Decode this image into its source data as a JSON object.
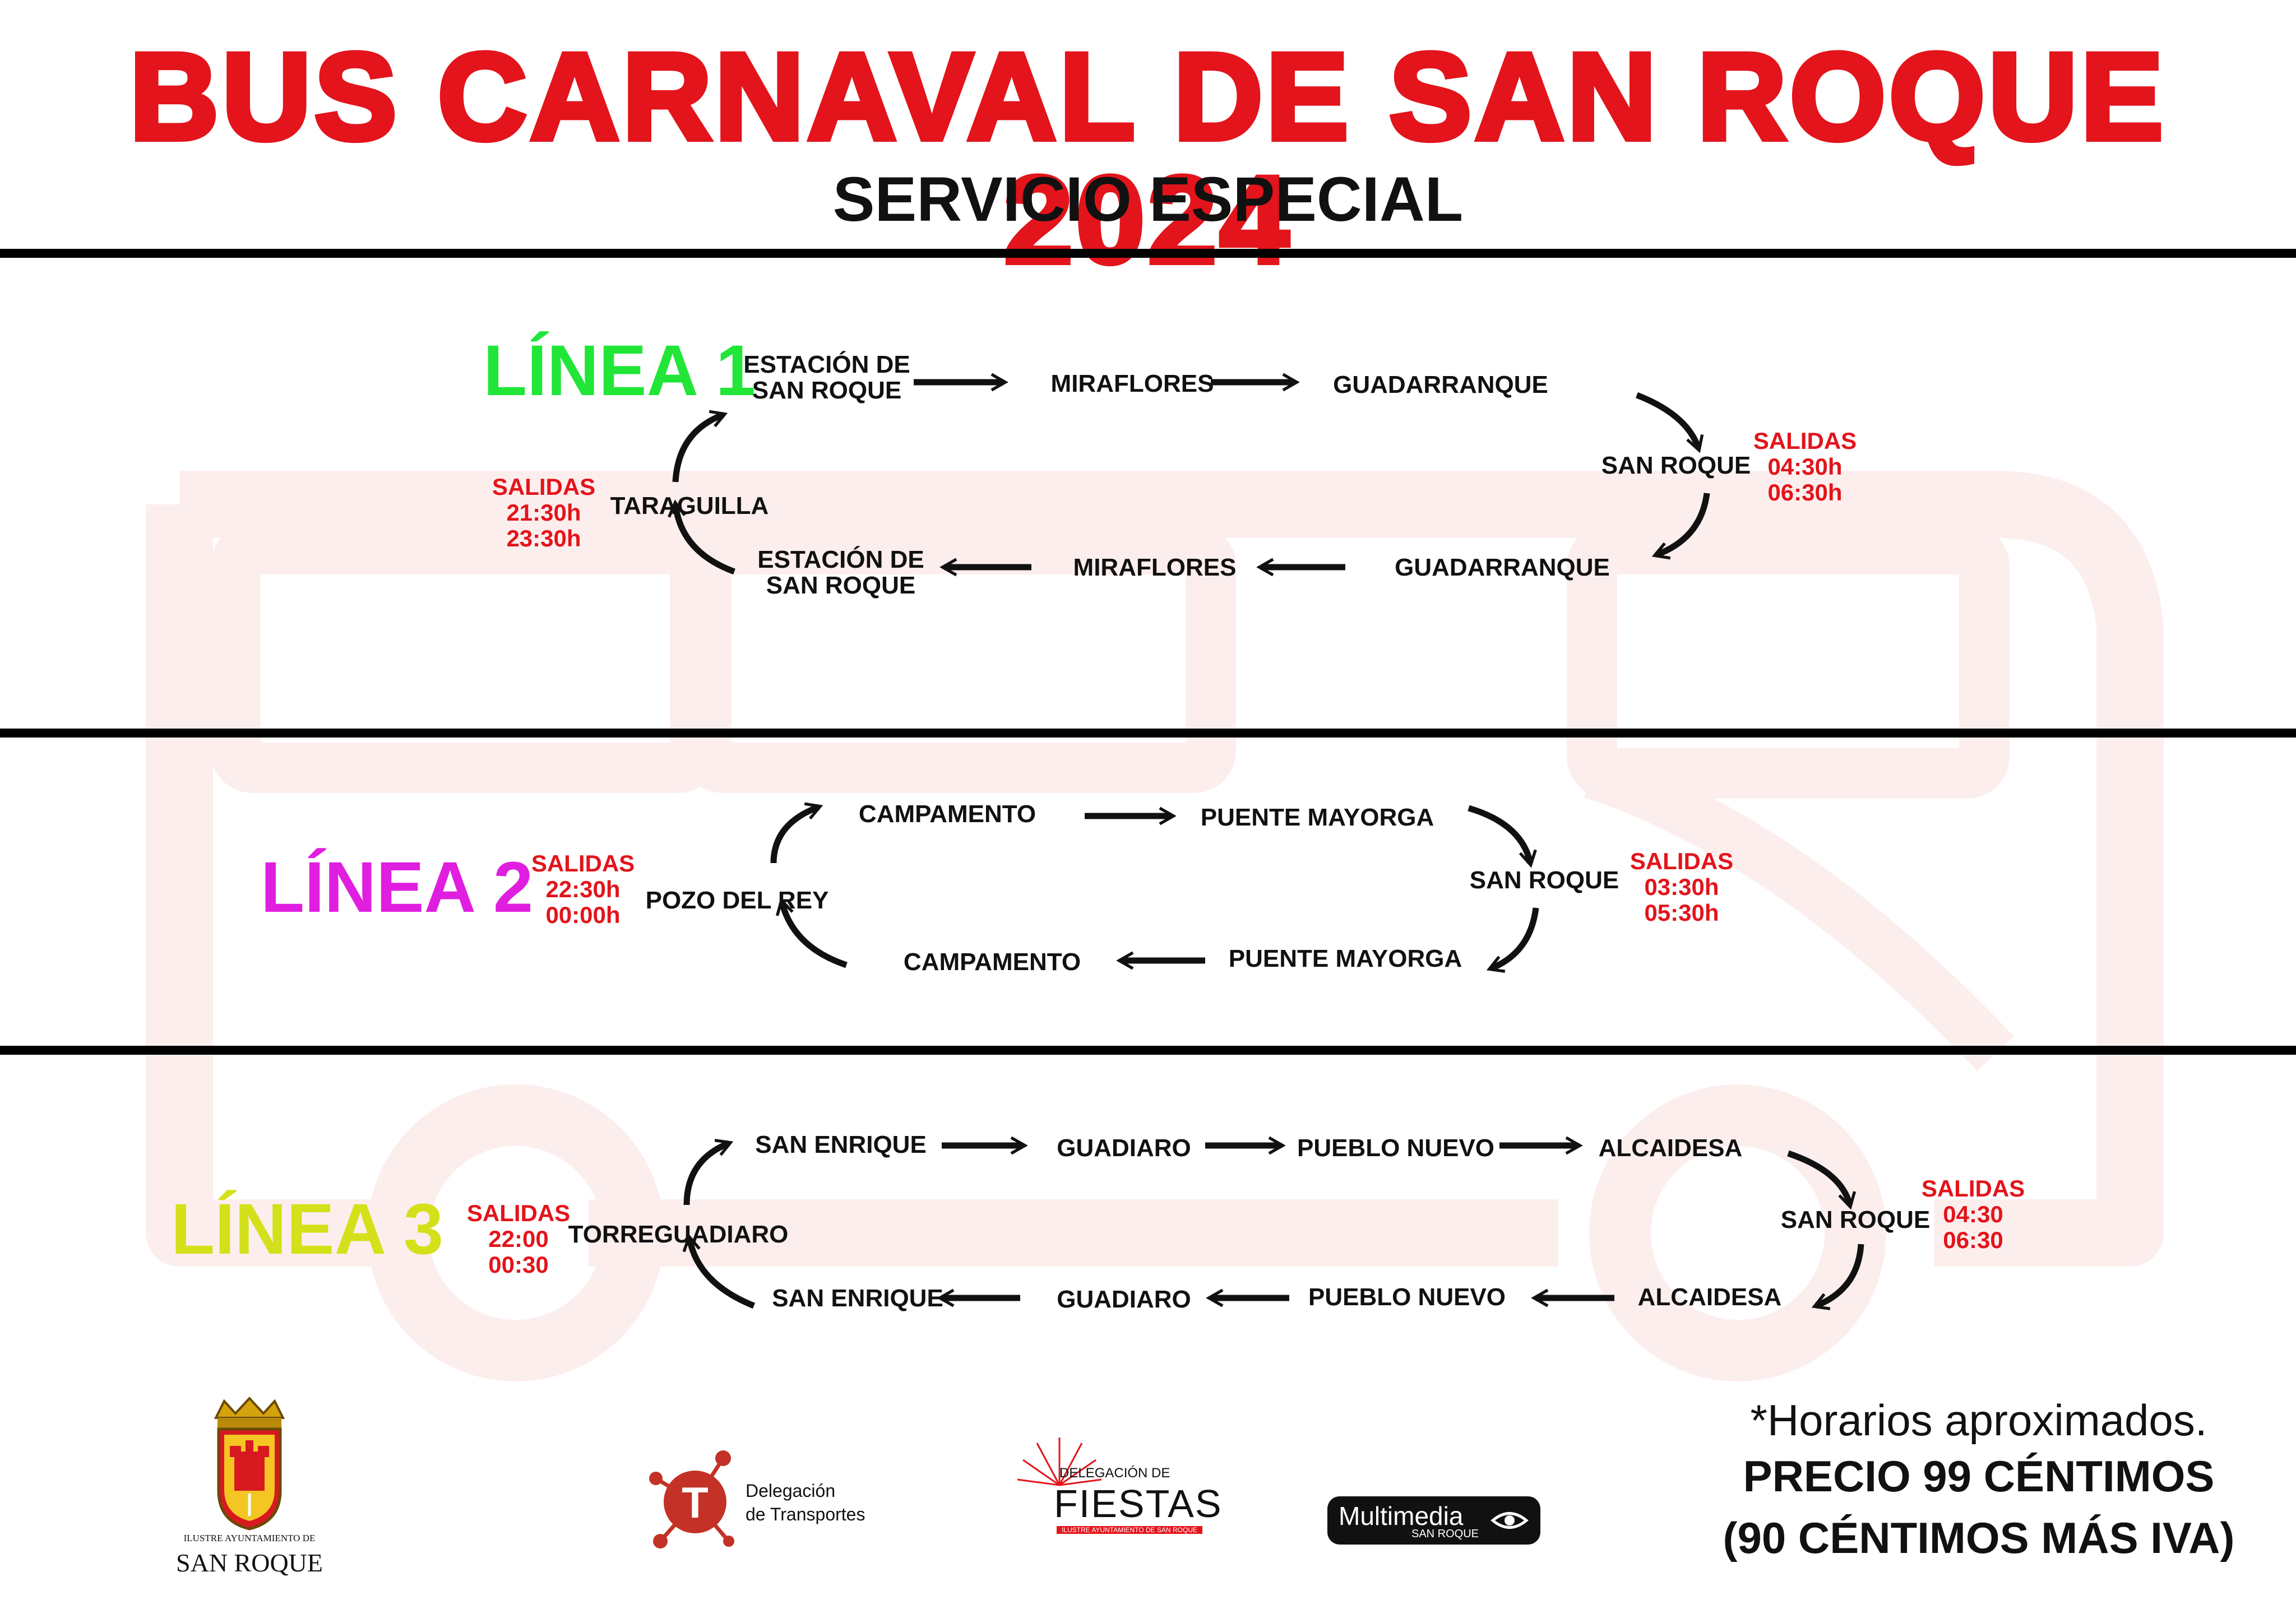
{
  "header": {
    "title": "BUS CARNAVAL DE SAN ROQUE 2024",
    "subtitle": "SERVICIO ESPECIAL"
  },
  "colors": {
    "title": "#e3141b",
    "linea1": "#21e638",
    "linea2": "#e01ee0",
    "linea3": "#d4e01a",
    "times": "#e3141b",
    "watermark": "#fdeeee"
  },
  "linea1": {
    "name": "LÍNEA 1",
    "top": [
      "ESTACIÓN DE\nSAN ROQUE",
      "MIRAFLORES",
      "GUADARRANQUE"
    ],
    "turn_right": "SAN ROQUE",
    "bottom": [
      "GUADARRANQUE",
      "MIRAFLORES",
      "ESTACIÓN DE\nSAN ROQUE"
    ],
    "turn_left": "TARAGUILLA",
    "salidas_right": "SALIDAS\n04:30h\n06:30h",
    "salidas_left": "SALIDAS\n21:30h\n23:30h"
  },
  "linea2": {
    "name": "LÍNEA 2",
    "top": [
      "CAMPAMENTO",
      "PUENTE MAYORGA"
    ],
    "turn_right": "SAN ROQUE",
    "bottom": [
      "PUENTE MAYORGA",
      "CAMPAMENTO"
    ],
    "turn_left": "POZO DEL REY",
    "salidas_right": "SALIDAS\n03:30h\n05:30h",
    "salidas_left": "SALIDAS\n22:30h\n00:00h"
  },
  "linea3": {
    "name": "LÍNEA 3",
    "top": [
      "SAN ENRIQUE",
      "GUADIARO",
      "PUEBLO NUEVO",
      "ALCAIDESA"
    ],
    "turn_right": "SAN ROQUE",
    "bottom": [
      "ALCAIDESA",
      "PUEBLO NUEVO",
      "GUADIARO",
      "SAN ENRIQUE"
    ],
    "turn_left": "TORREGUADIARO",
    "salidas_right": "SALIDAS\n04:30\n06:30",
    "salidas_left": "SALIDAS\n22:00\n00:30"
  },
  "footer": {
    "note": "*Horarios aproximados.",
    "price": "PRECIO 99 CÉNTIMOS",
    "price_detail": "(90 CÉNTIMOS MÁS IVA)",
    "logos": {
      "ayuntamiento_caption": "ILUSTRE AYUNTAMIENTO DE",
      "ayuntamiento_name": "SAN ROQUE",
      "transportes_line1": "Delegación",
      "transportes_line2": "de Transportes",
      "fiestas_top": "DELEGACIÓN DE",
      "fiestas_main": "FIESTAS",
      "fiestas_bottom": "ILUSTRE AYUNTAMIENTO DE SAN ROQUE",
      "multimedia_main": "Multimedia",
      "multimedia_sub": "SAN ROQUE"
    }
  }
}
